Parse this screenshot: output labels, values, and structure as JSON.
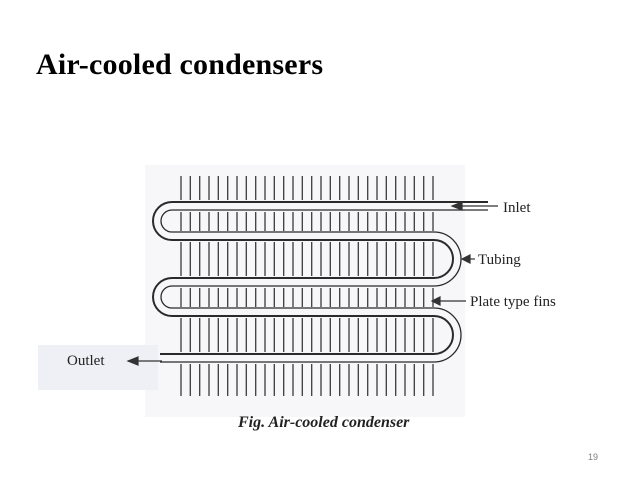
{
  "slide": {
    "title": "Air-cooled condensers",
    "page_number": "19"
  },
  "figure": {
    "labels": {
      "inlet": "Inlet",
      "tubing": "Tubing",
      "fins": "Plate type fins",
      "outlet": "Outlet"
    },
    "caption": "Fig. Air-cooled condenser"
  }
}
